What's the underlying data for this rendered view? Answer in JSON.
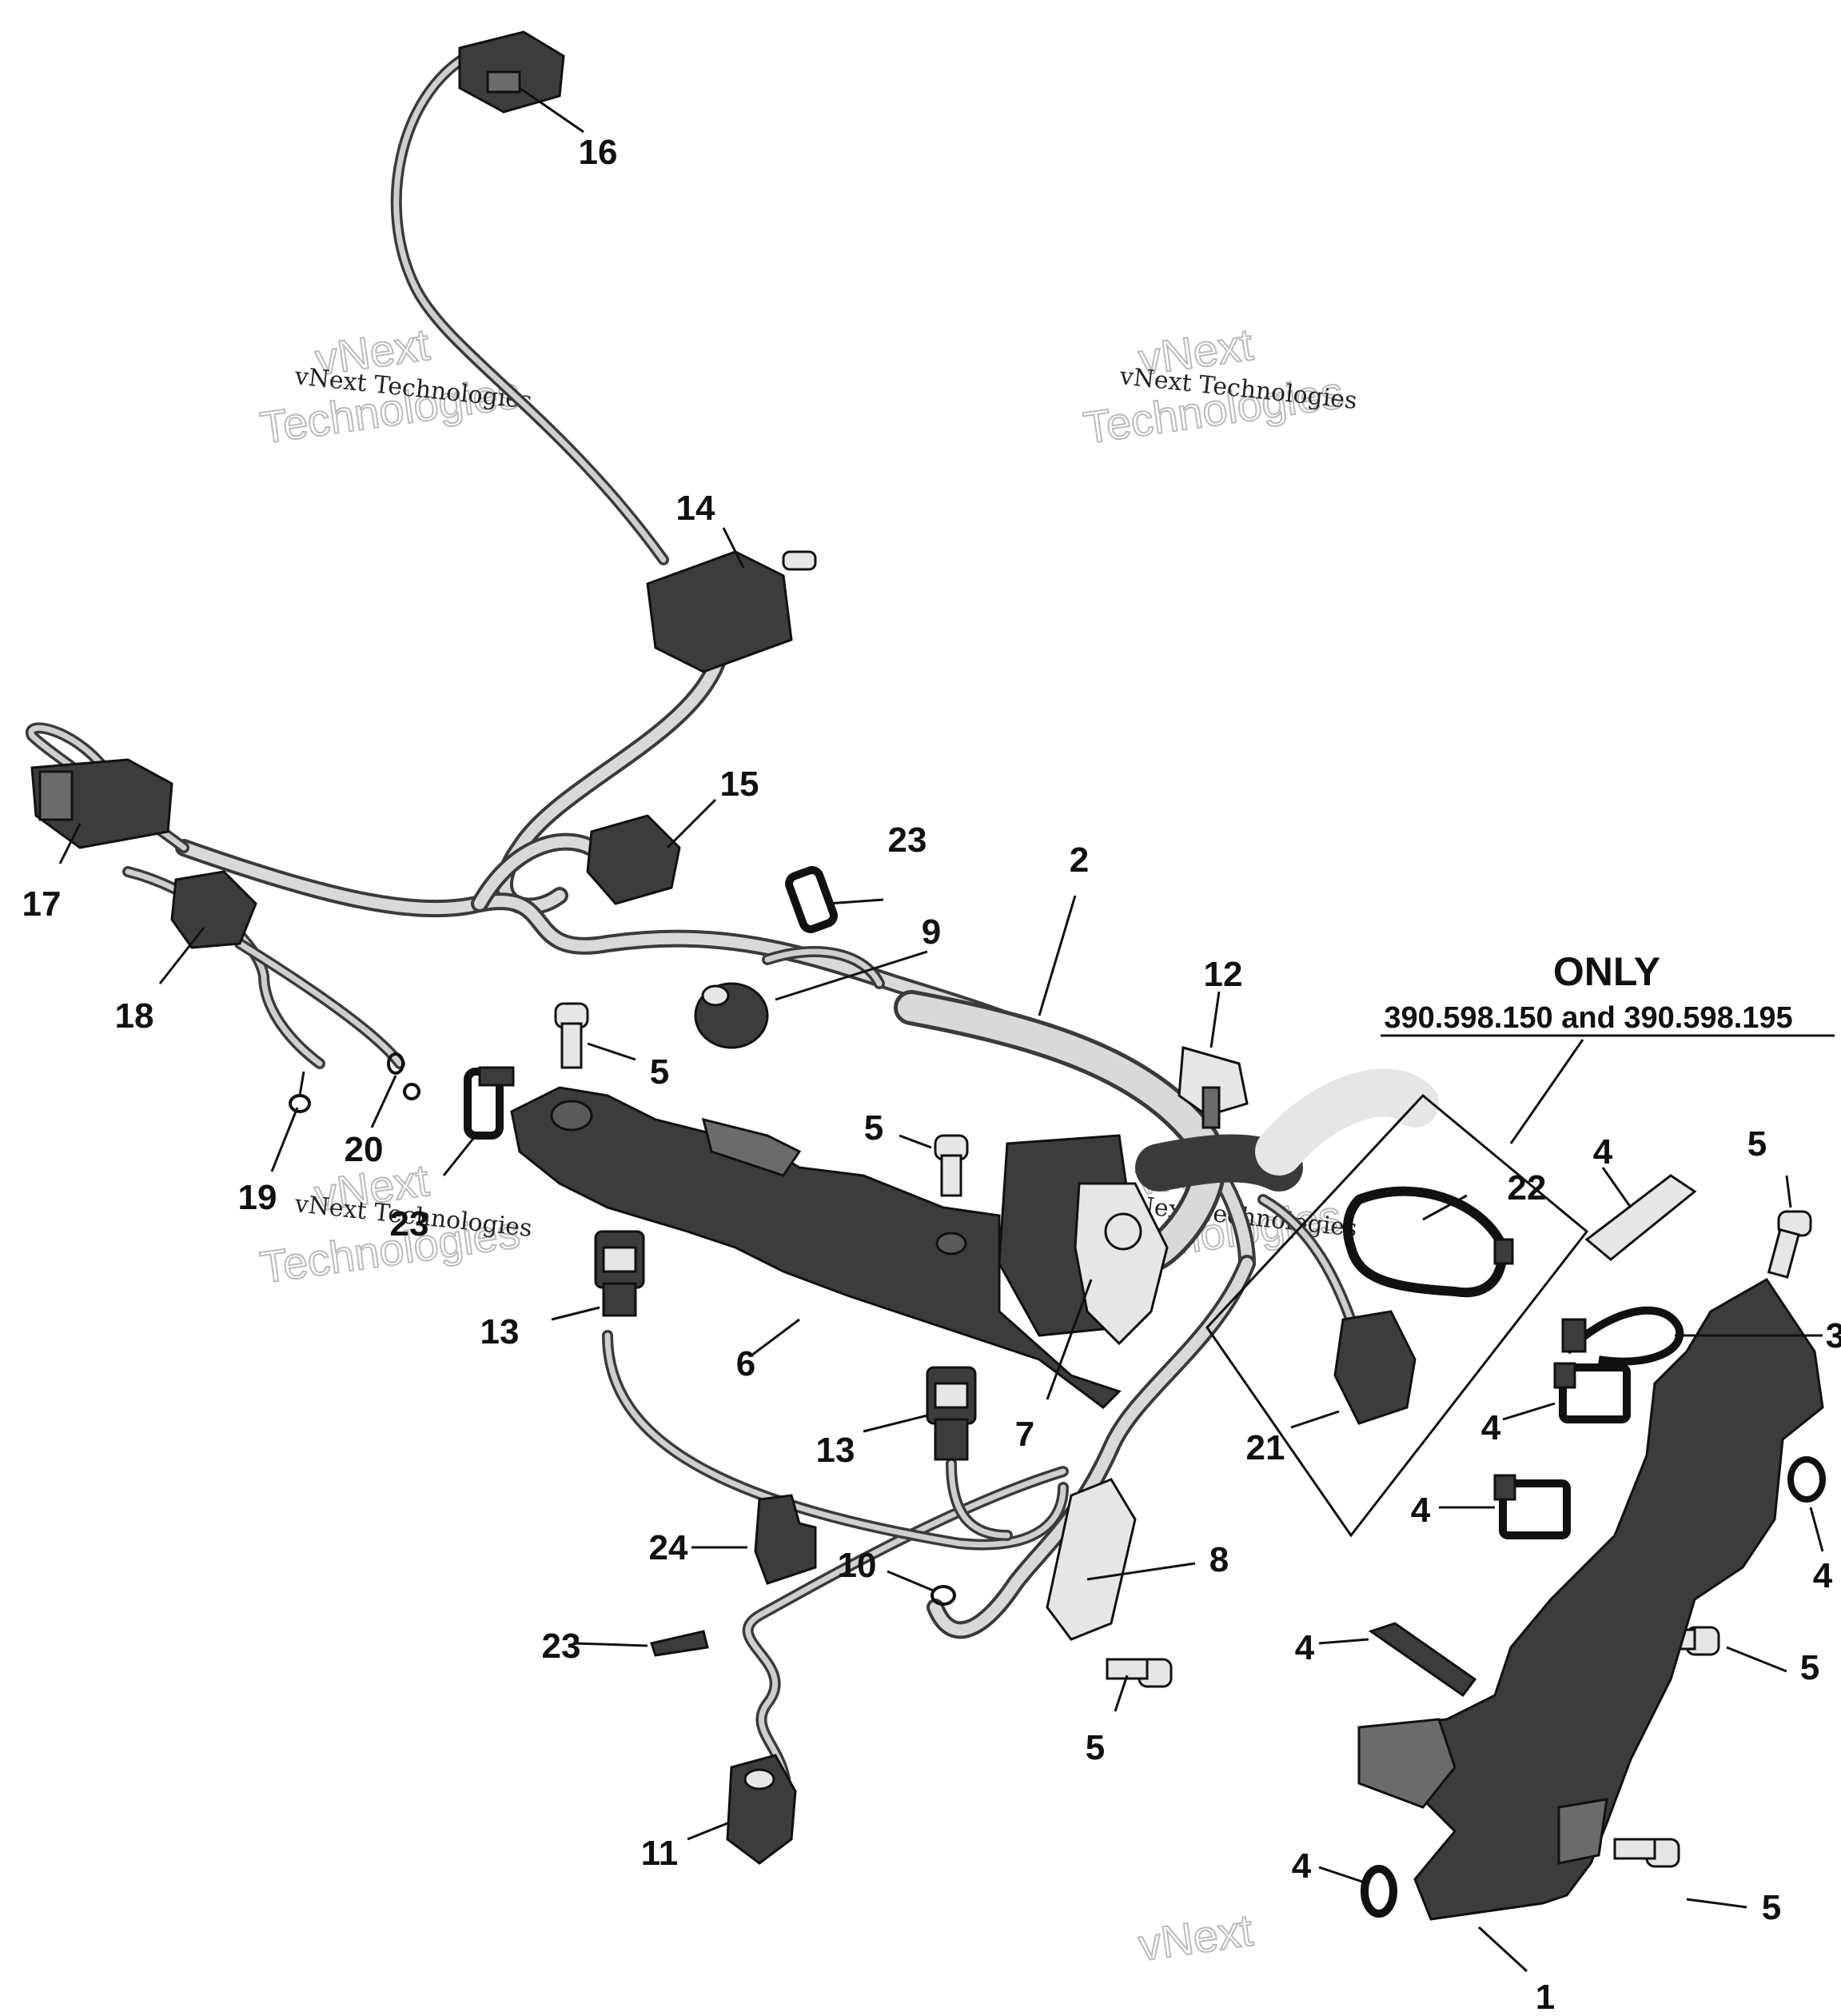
{
  "callouts": [
    "1",
    "2",
    "3",
    "4",
    "5",
    "6",
    "7",
    "8",
    "9",
    "10",
    "11",
    "12",
    "13",
    "14",
    "15",
    "16",
    "17",
    "18",
    "19",
    "20",
    "21",
    "22",
    "23",
    "24"
  ],
  "labels": {
    "c16": "16",
    "c14": "14",
    "c15": "15",
    "c17": "17",
    "c18": "18",
    "c19": "19",
    "c20": "20",
    "c23a": "23",
    "c23b": "23",
    "c23c": "23",
    "c9": "9",
    "c2": "2",
    "c12": "12",
    "c5a": "5",
    "c5b": "5",
    "c5c": "5",
    "c5d": "5",
    "c5e": "5",
    "c5f": "5",
    "c6": "6",
    "c7": "7",
    "c13a": "13",
    "c13b": "13",
    "c24": "24",
    "c10": "10",
    "c8": "8",
    "c11": "11",
    "c22": "22",
    "c21": "21",
    "c4a": "4",
    "c4b": "4",
    "c4c": "4",
    "c4d": "4",
    "c4e": "4",
    "c4f": "4",
    "c3": "3",
    "c1": "1"
  },
  "variant_box": {
    "title": "ONLY",
    "subtitle": "390.598.150 and 390.598.195"
  },
  "watermark": {
    "small": "vNext Technologies",
    "big_line1": "vNext",
    "big_line2": "Technologies"
  },
  "colors": {
    "line": "#111111",
    "part_dark": "#3c3c3c",
    "part_light": "#e6e6e6",
    "watermark": "#bbbbbb"
  }
}
